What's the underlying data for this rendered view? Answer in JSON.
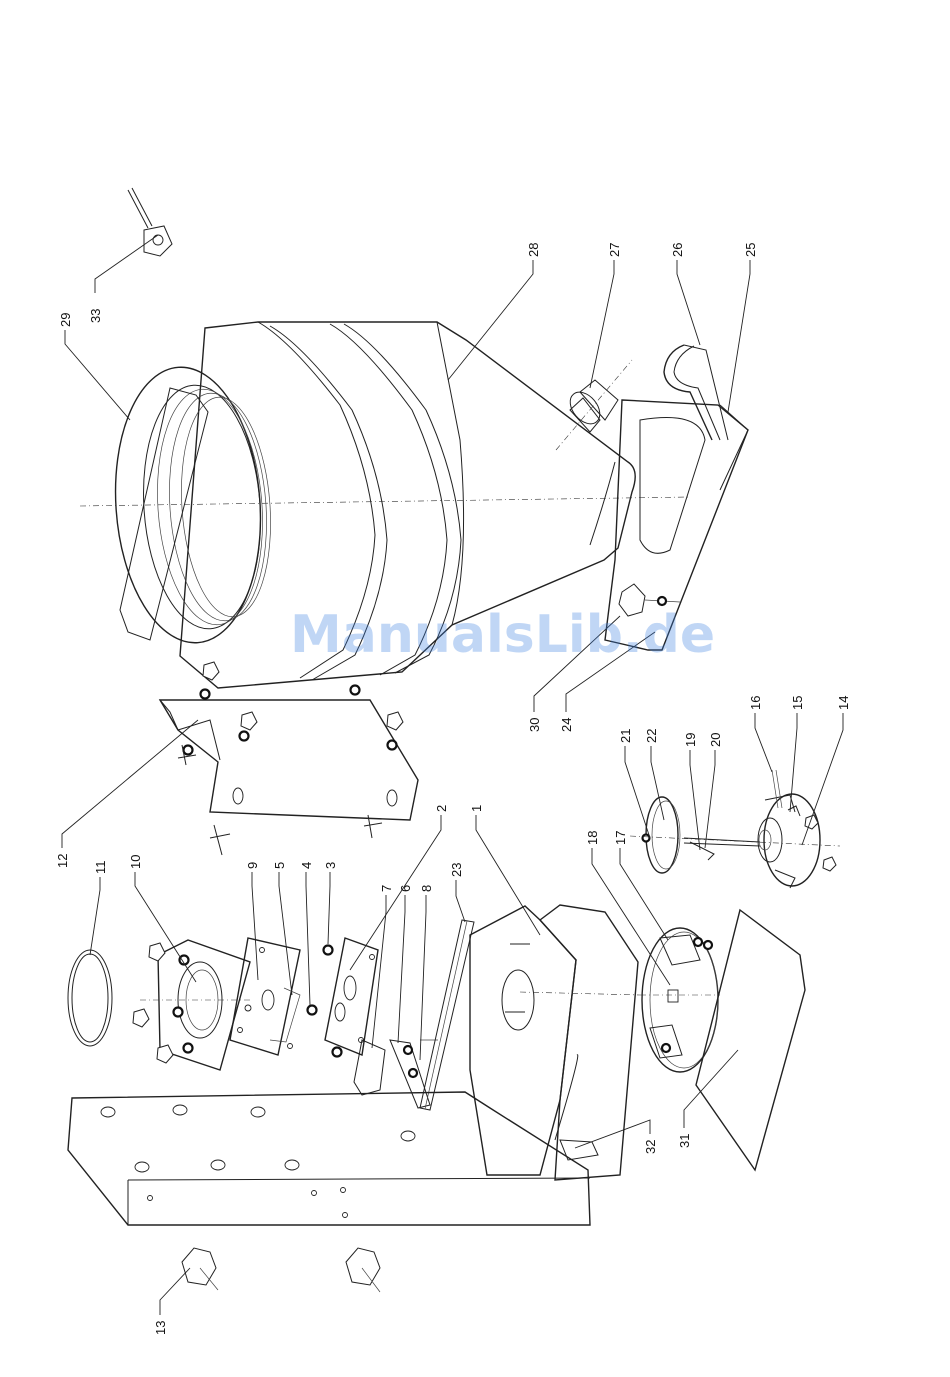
{
  "watermark": "ManualsLib.de",
  "callouts": [
    {
      "id": "c1",
      "label": "1"
    },
    {
      "id": "c2",
      "label": "2"
    },
    {
      "id": "c3",
      "label": "3"
    },
    {
      "id": "c4",
      "label": "4"
    },
    {
      "id": "c5",
      "label": "5"
    },
    {
      "id": "c6",
      "label": "6"
    },
    {
      "id": "c7",
      "label": "7"
    },
    {
      "id": "c8",
      "label": "8"
    },
    {
      "id": "c9",
      "label": "9"
    },
    {
      "id": "c10",
      "label": "10"
    },
    {
      "id": "c11",
      "label": "11"
    },
    {
      "id": "c12",
      "label": "12"
    },
    {
      "id": "c13",
      "label": "13"
    },
    {
      "id": "c14",
      "label": "14"
    },
    {
      "id": "c15",
      "label": "15"
    },
    {
      "id": "c16",
      "label": "16"
    },
    {
      "id": "c17",
      "label": "17"
    },
    {
      "id": "c18",
      "label": "18"
    },
    {
      "id": "c19",
      "label": "19"
    },
    {
      "id": "c20",
      "label": "20"
    },
    {
      "id": "c21",
      "label": "21"
    },
    {
      "id": "c22",
      "label": "22"
    },
    {
      "id": "c23",
      "label": "23"
    },
    {
      "id": "c24",
      "label": "24"
    },
    {
      "id": "c25",
      "label": "25"
    },
    {
      "id": "c26",
      "label": "26"
    },
    {
      "id": "c27",
      "label": "27"
    },
    {
      "id": "c28",
      "label": "28"
    },
    {
      "id": "c29",
      "label": "29"
    },
    {
      "id": "c30",
      "label": "30"
    },
    {
      "id": "c31",
      "label": "31"
    },
    {
      "id": "c32",
      "label": "32"
    },
    {
      "id": "c33",
      "label": "33"
    }
  ]
}
